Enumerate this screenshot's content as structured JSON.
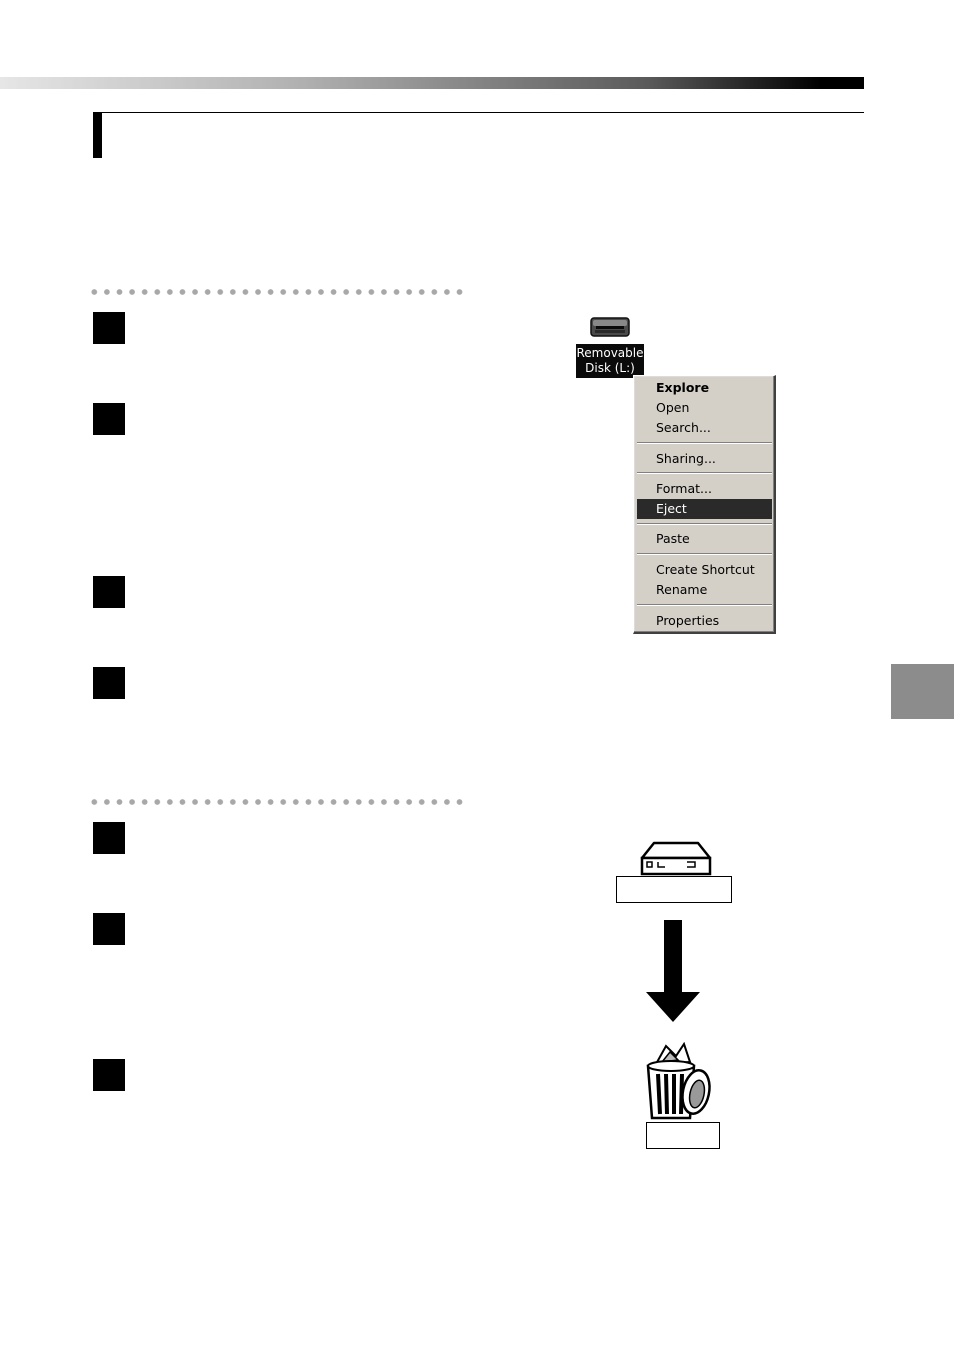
{
  "drive": {
    "label_line1": "Removable",
    "label_line2": "Disk (L:)"
  },
  "context_menu": {
    "items": [
      {
        "label": "Explore",
        "bold": true
      },
      {
        "label": "Open"
      },
      {
        "label": "Search..."
      },
      {
        "label": "Sharing..."
      },
      {
        "label": "Format..."
      },
      {
        "label": "Eject",
        "highlighted": true
      },
      {
        "label": "Paste"
      },
      {
        "label": "Create Shortcut"
      },
      {
        "label": "Rename"
      },
      {
        "label": "Properties"
      }
    ]
  },
  "icons": {
    "drive": "removable-disk-icon",
    "disk_illustration": "disk-drive-icon",
    "arrow": "arrow-down-icon",
    "trash": "trash-can-icon"
  },
  "colors": {
    "menu_background": "#d4d0c8",
    "menu_highlight": "#2a2a2a",
    "chapter_tab": "#8c8c8c"
  }
}
